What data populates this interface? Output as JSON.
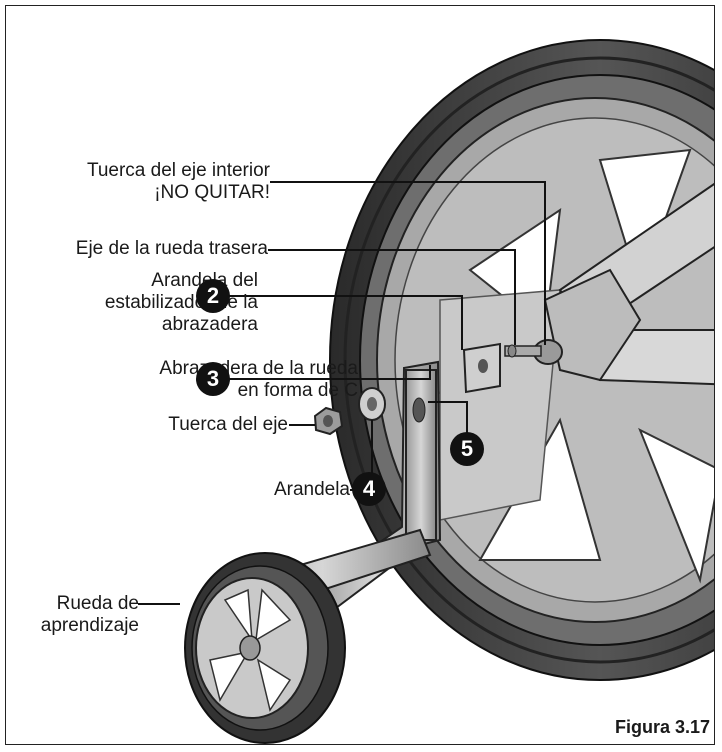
{
  "labels": {
    "inner_axle_nut_line1": "Tuerca del eje interior",
    "inner_axle_nut_line2": "¡NO QUITAR!",
    "rear_axle": "Eje de la rueda trasera",
    "stabilizer_washer_line1": "Arandela del",
    "stabilizer_washer_line2": "estabilizador de la",
    "stabilizer_washer_line3": "abrazadera",
    "c_bracket_line1": "Abrazadera de la rueda",
    "c_bracket_line2": "en forma de C",
    "axle_nut": "Tuerca del eje",
    "washer": "Arandela",
    "training_wheel_line1": "Rueda de",
    "training_wheel_line2": "aprendizaje"
  },
  "badges": {
    "b2": "2",
    "b3": "3",
    "b4": "4",
    "b5": "5"
  },
  "figure_label": "Figura 3.17",
  "colors": {
    "tire": "#3a3a3a",
    "rim": "#8c8c8c",
    "metal": "#b4b4b4",
    "outline": "#222222"
  }
}
